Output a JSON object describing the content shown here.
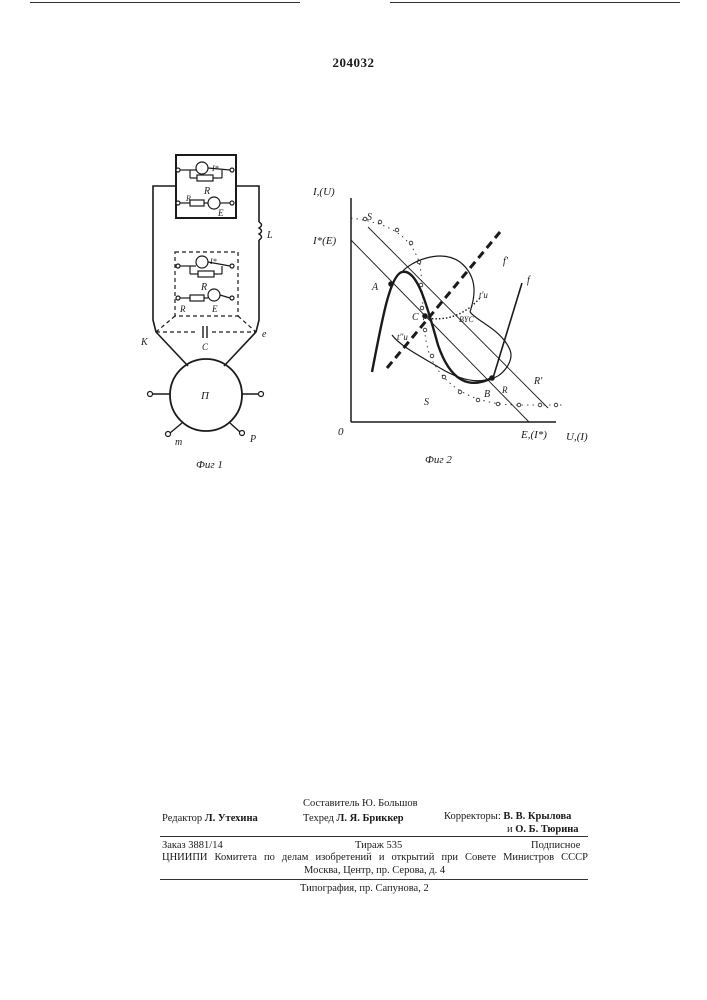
{
  "header": {
    "patent_number": "204032"
  },
  "fig1": {
    "caption": "Фиг 1",
    "labels": {
      "r": "R",
      "e": "E",
      "i_star": "I*",
      "l": "L",
      "c": "C",
      "k": "K",
      "ell": "e",
      "n": "П",
      "m": "m",
      "p": "P"
    }
  },
  "fig2": {
    "caption": "Фиг 2",
    "labels": {
      "y_axis": "I,(U)",
      "y_tick": "I*(E)",
      "origin": "0",
      "x_tick": "E,(I*)",
      "x_axis": "U,(I)",
      "s_top": "S",
      "s_bottom": "S",
      "a": "A",
      "b": "B",
      "c": "C",
      "f_prime": "f'",
      "f": "f",
      "tu_upper": "t'u",
      "tu_lower": "t''u",
      "byc": "BYC",
      "r": "R",
      "r_prime": "R'"
    }
  },
  "footer": {
    "compiler": "Составитель Ю. Большов",
    "editor_label": "Редактор",
    "editor_name": "Л. Утехина",
    "techred_label": "Техред",
    "techred_name": "Л. Я. Бриккер",
    "correctors_label": "Корректоры:",
    "corrector_1": "В. В. Крылова",
    "corrector_2_prefix": "и",
    "corrector_2": "О. Б. Тюрина",
    "order": "Заказ 3881/14",
    "circulation": "Тираж 535",
    "subscription": "Подписное",
    "institute_line1": "ЦНИИПИ Комитета по делам изобретений и открытий при Совете Министров СССР",
    "institute_line2": "Москва, Центр, пр. Серова, д. 4",
    "printer": "Типография, пр. Сапунова, 2"
  }
}
